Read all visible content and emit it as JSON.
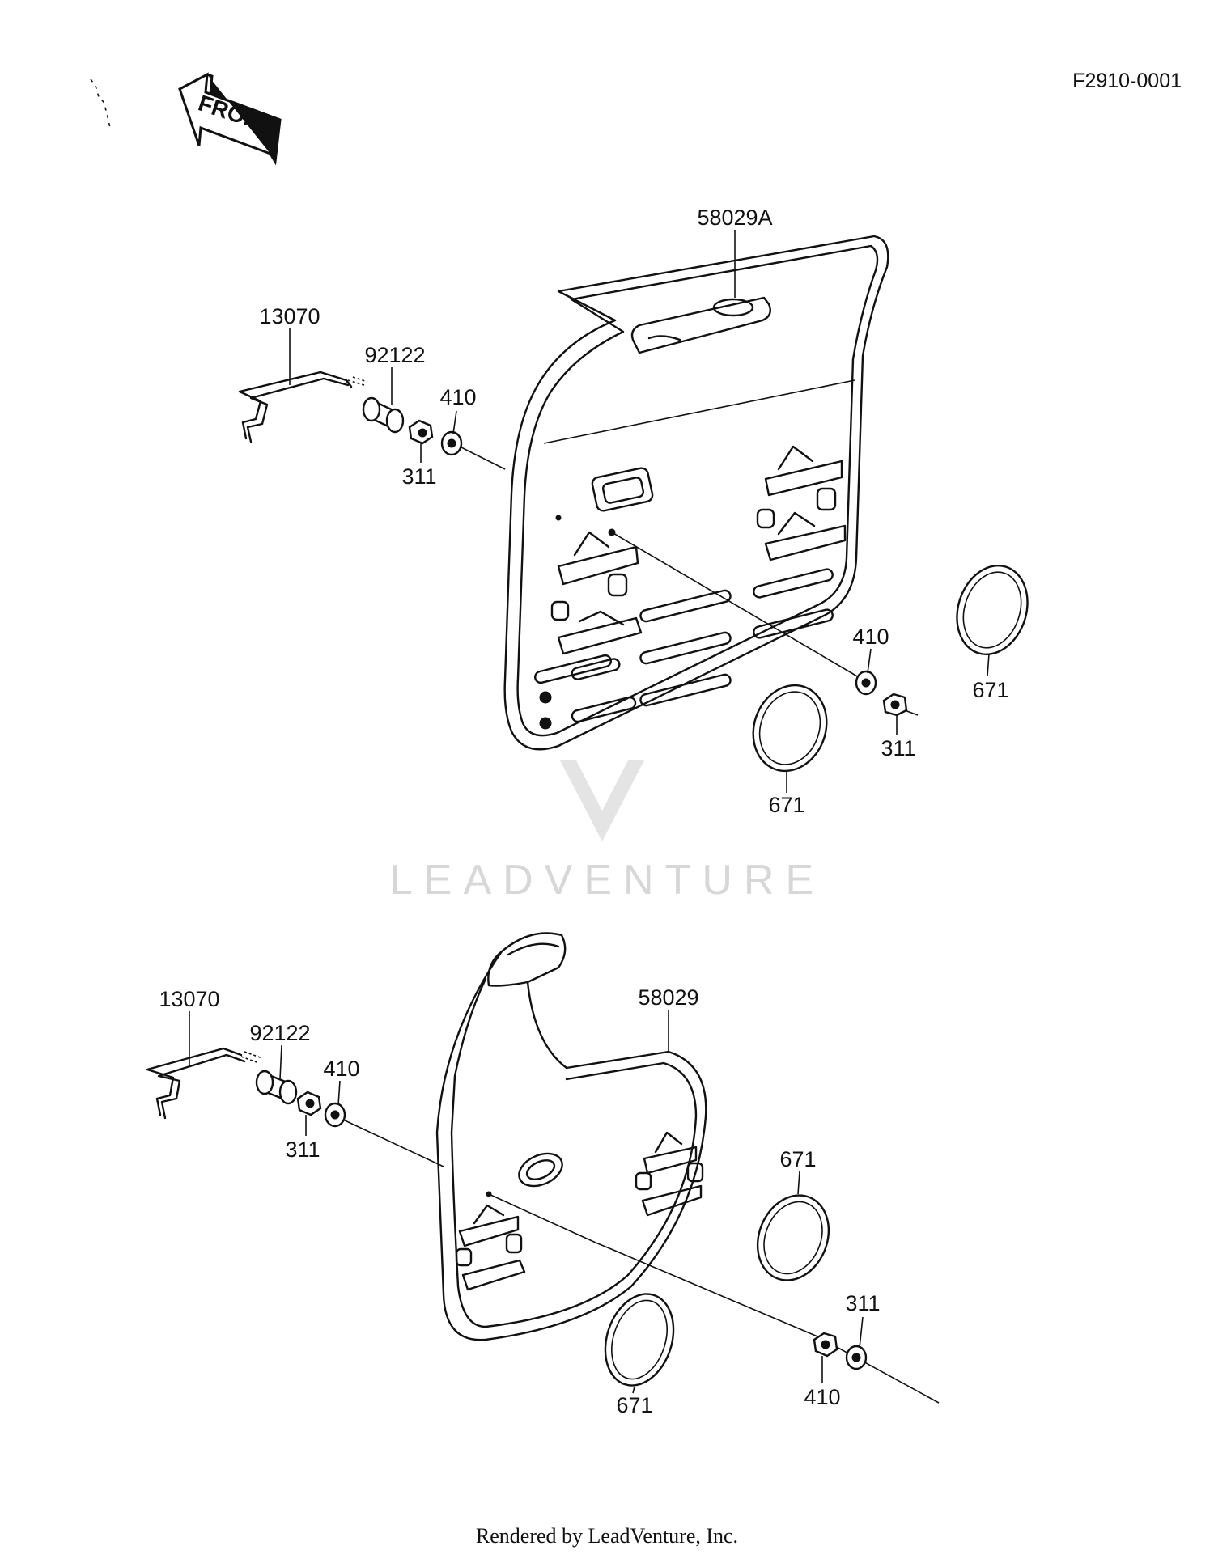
{
  "diagram_code": "F2910-0001",
  "front_arrow_label": "FRONT",
  "watermark": "LEADVENTURE",
  "footer": "Rendered by LeadVenture, Inc.",
  "upper_assembly": {
    "labels": {
      "cover": "58029A",
      "rod": "13070",
      "collar": "92122",
      "washer_left": "410",
      "nut_left": "311",
      "washer_right": "410",
      "nut_right": "311",
      "ring_right": "671",
      "ring_bottom": "671"
    }
  },
  "lower_assembly": {
    "labels": {
      "cover": "58029",
      "rod": "13070",
      "collar": "92122",
      "washer_left": "410",
      "nut_left": "311",
      "ring_upper": "671",
      "ring_lower": "671",
      "nut_right": "311",
      "washer_right": "410"
    }
  },
  "colors": {
    "ink": "#111111",
    "watermark": "#d7d7d7",
    "background": "#ffffff"
  }
}
